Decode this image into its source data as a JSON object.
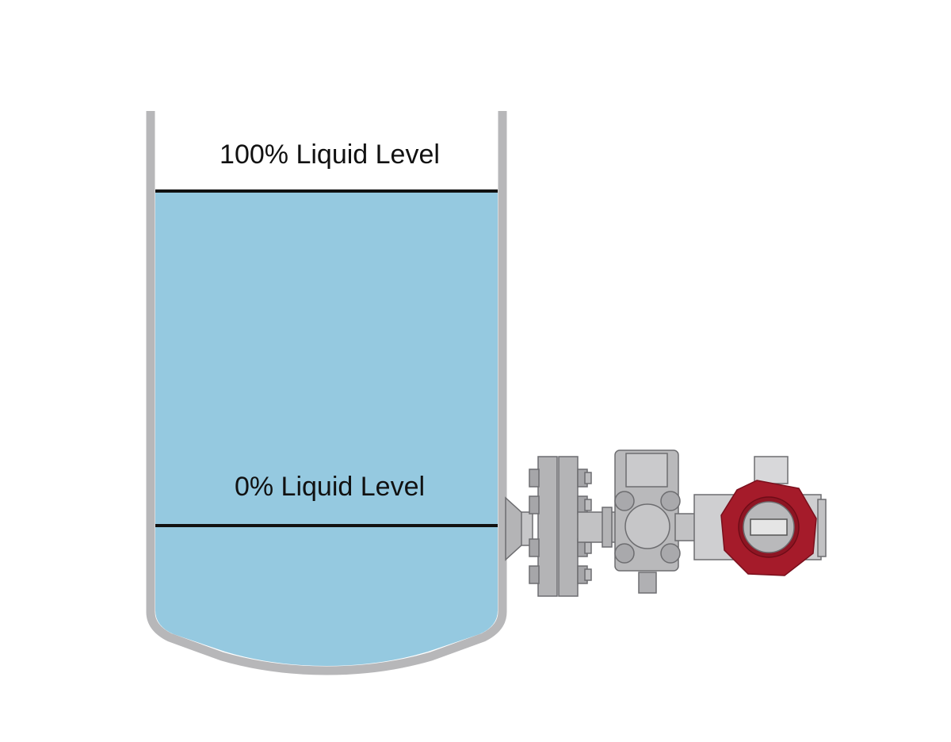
{
  "diagram": {
    "levels": {
      "full_label": "100% Liquid Level",
      "empty_label": "0% Liquid Level"
    },
    "liquid_fill_percent": 100,
    "colors": {
      "liquid": "#95c9e0",
      "tank_wall": "#b7b7b9",
      "level_line": "#111111",
      "flange": "#b4b4b6",
      "transmitter_housing": "#a51b2a",
      "display": "#e5e5e5"
    },
    "icons": {
      "transmitter": "pressure-transmitter-icon",
      "flange": "flange-icon"
    }
  }
}
